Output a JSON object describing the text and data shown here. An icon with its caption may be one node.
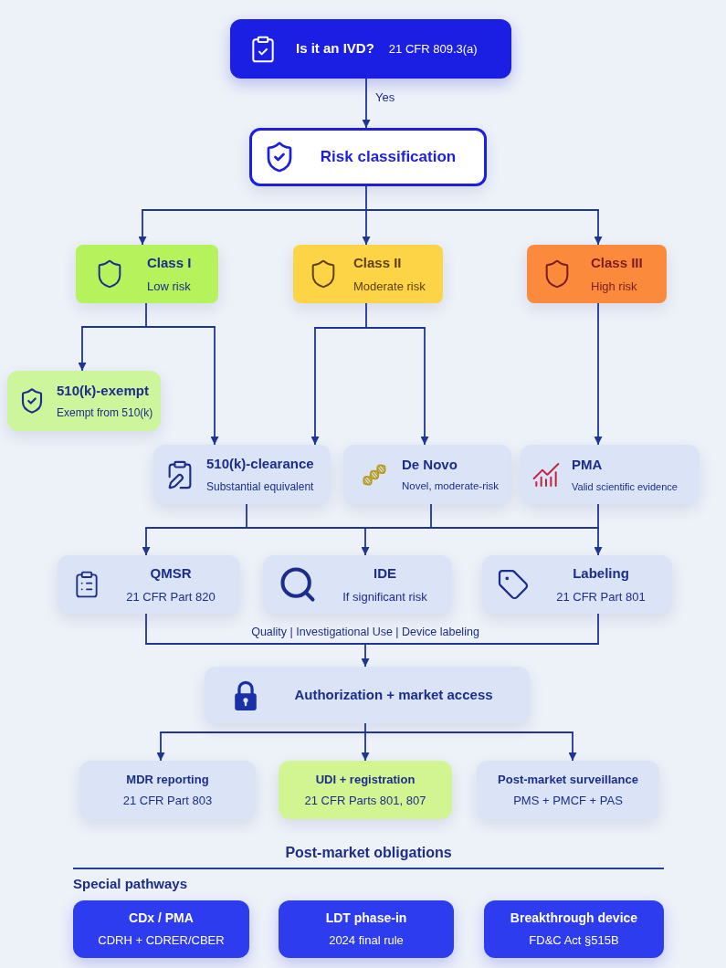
{
  "diagram": {
    "nodes": [
      {
        "text": [
          "Is it an IVD?",
          "21 CFR 809.3(a)"
        ]
      },
      {
        "text": [
          "Risk classification"
        ]
      },
      {
        "text": [
          "Class I",
          "Low risk"
        ]
      },
      {
        "text": [
          "Class II",
          "Moderate risk"
        ]
      },
      {
        "text": [
          "Class III",
          "High risk"
        ]
      },
      {
        "text": [
          "510(k)-exempt",
          "Exempt from 510(k)"
        ]
      },
      {
        "text": [
          "510(k)-clearance",
          "Substantial equivalent"
        ]
      },
      {
        "text": [
          "De Novo",
          "Novel, moderate-risk"
        ]
      },
      {
        "text": [
          "PMA",
          "Valid scientific evidence"
        ]
      },
      {
        "text": [
          "QMSR",
          "21 CFR Part 820"
        ]
      },
      {
        "text": [
          "IDE",
          "If significant risk"
        ]
      },
      {
        "text": [
          "Labeling",
          "21 CFR Part 801"
        ]
      },
      {
        "text": [
          "Authorization + market access"
        ]
      },
      {
        "text": [
          "MDR reporting",
          "21 CFR Part 803"
        ]
      },
      {
        "text": [
          "UDI + registration",
          "21 CFR Parts 801, 807"
        ]
      },
      {
        "text": [
          "Post-market surveillance",
          "PMS + PMCF + PAS"
        ]
      },
      {
        "text": [
          "CDx / PMA",
          "CDRH + CDRER/CBER"
        ]
      },
      {
        "text": [
          "LDT phase-in",
          "2024 final rule"
        ]
      },
      {
        "text": [
          "Breakthrough device",
          "FD&C Act §515B"
        ]
      }
    ],
    "edges": [
      {
        "from": 0,
        "to": 1,
        "arrow": "to",
        "label": "Yes"
      },
      {
        "from": 1,
        "to": 2,
        "arrow": "to"
      },
      {
        "from": 1,
        "to": 3,
        "arrow": "to"
      },
      {
        "from": 1,
        "to": 4,
        "arrow": "to"
      },
      {
        "from": 2,
        "to": 5,
        "arrow": "to"
      },
      {
        "from": 2,
        "to": 6,
        "arrow": "to"
      },
      {
        "from": 3,
        "to": 6,
        "arrow": "to"
      },
      {
        "from": 3,
        "to": 7,
        "arrow": "to"
      },
      {
        "from": 4,
        "to": 8,
        "arrow": "to"
      },
      {
        "from": 6,
        "to": 9,
        "arrow": "to"
      },
      {
        "from": 6,
        "to": 10,
        "arrow": "to"
      },
      {
        "from": 6,
        "to": 11,
        "arrow": "to"
      },
      {
        "from": 7,
        "to": 9,
        "arrow": "to"
      },
      {
        "from": 7,
        "to": 10,
        "arrow": "to"
      },
      {
        "from": 7,
        "to": 11,
        "arrow": "to"
      },
      {
        "from": 8,
        "to": 9,
        "arrow": "to"
      },
      {
        "from": 8,
        "to": 10,
        "arrow": "to"
      },
      {
        "from": 8,
        "to": 11,
        "arrow": "to"
      },
      {
        "from": 9,
        "to": 12,
        "arrow": "to",
        "label": "Quality | Investigational Use | Device labeling"
      },
      {
        "from": 11,
        "to": 12,
        "arrow": "to"
      },
      {
        "from": 12,
        "to": 13,
        "arrow": "to"
      },
      {
        "from": 12,
        "to": 14,
        "arrow": "to"
      },
      {
        "from": 12,
        "to": 15,
        "arrow": "to"
      }
    ],
    "labels": [
      "Post-market obligations",
      "Special pathways"
    ]
  }
}
